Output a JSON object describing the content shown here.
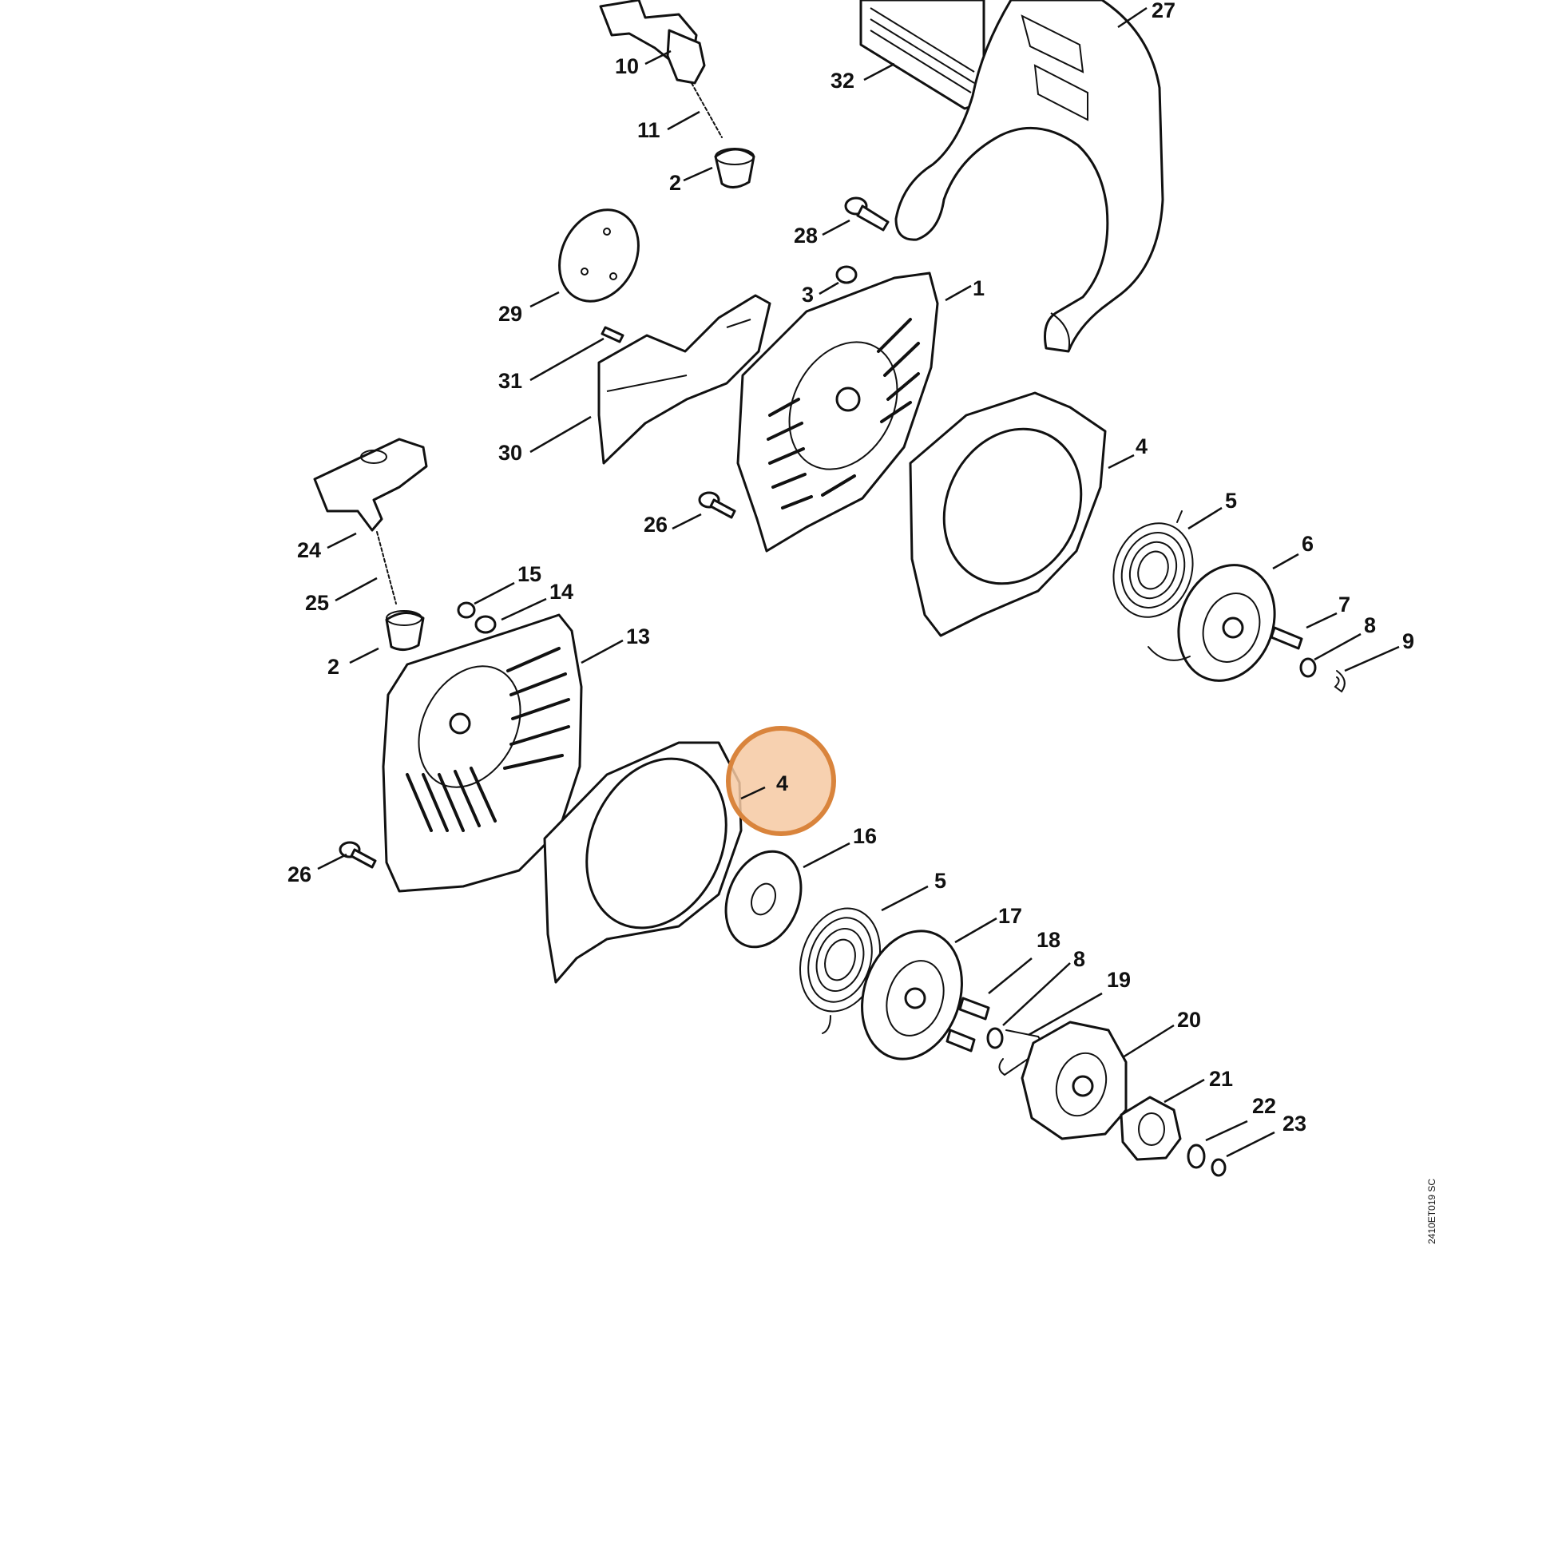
{
  "diagram": {
    "drawing_code": "2410ET019 SC",
    "highlighted_callout": "4",
    "highlight_color": "#d9843c",
    "highlight_fill": "#f6c9a2",
    "callouts": [
      {
        "id": "27",
        "label": "27"
      },
      {
        "id": "10",
        "label": "10"
      },
      {
        "id": "32",
        "label": "32"
      },
      {
        "id": "11",
        "label": "11"
      },
      {
        "id": "2a",
        "label": "2"
      },
      {
        "id": "28",
        "label": "28"
      },
      {
        "id": "3",
        "label": "3"
      },
      {
        "id": "1",
        "label": "1"
      },
      {
        "id": "29",
        "label": "29"
      },
      {
        "id": "31",
        "label": "31"
      },
      {
        "id": "30",
        "label": "30"
      },
      {
        "id": "4a",
        "label": "4"
      },
      {
        "id": "5a",
        "label": "5"
      },
      {
        "id": "26a",
        "label": "26"
      },
      {
        "id": "6",
        "label": "6"
      },
      {
        "id": "24",
        "label": "24"
      },
      {
        "id": "25",
        "label": "25"
      },
      {
        "id": "15",
        "label": "15"
      },
      {
        "id": "14",
        "label": "14"
      },
      {
        "id": "7",
        "label": "7"
      },
      {
        "id": "8a",
        "label": "8"
      },
      {
        "id": "9",
        "label": "9"
      },
      {
        "id": "13",
        "label": "13"
      },
      {
        "id": "2b",
        "label": "2"
      },
      {
        "id": "4b",
        "label": "4"
      },
      {
        "id": "16",
        "label": "16"
      },
      {
        "id": "26b",
        "label": "26"
      },
      {
        "id": "5b",
        "label": "5"
      },
      {
        "id": "17",
        "label": "17"
      },
      {
        "id": "18",
        "label": "18"
      },
      {
        "id": "8b",
        "label": "8"
      },
      {
        "id": "19",
        "label": "19"
      },
      {
        "id": "20",
        "label": "20"
      },
      {
        "id": "21",
        "label": "21"
      },
      {
        "id": "22",
        "label": "22"
      },
      {
        "id": "23",
        "label": "23"
      }
    ]
  }
}
